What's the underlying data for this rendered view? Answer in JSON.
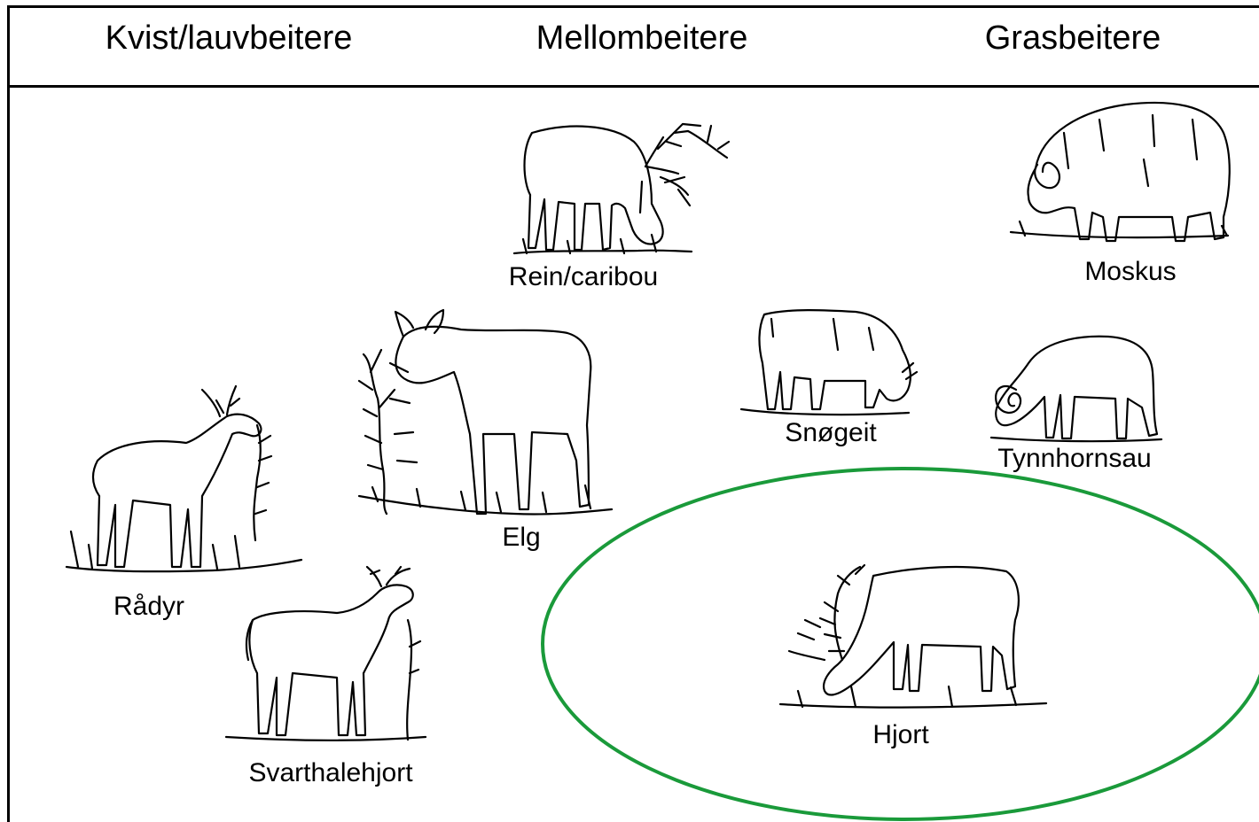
{
  "header": {
    "col1": "Kvist/lauvbeitere",
    "col2": "Mellombeitere",
    "col3": "Grasbeitere"
  },
  "animals": {
    "rein": "Rein/caribou",
    "moskus": "Moskus",
    "elg": "Elg",
    "snogeit": "Snøgeit",
    "tynnhornsau": "Tynnhornsau",
    "radyr": "Rådyr",
    "svarthalehjort": "Svarthalehjort",
    "hjort": "Hjort"
  },
  "colors": {
    "line": "#000000",
    "highlight": "#1a9a3a",
    "background": "#ffffff"
  }
}
